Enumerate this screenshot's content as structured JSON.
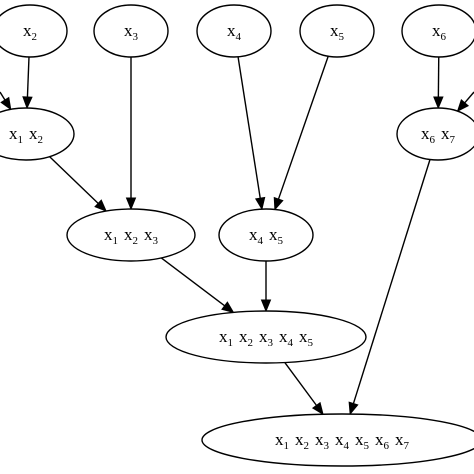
{
  "nodes": [
    {
      "id": "x2",
      "terms": [
        {
          "v": "x",
          "s": "2"
        }
      ]
    },
    {
      "id": "x3",
      "terms": [
        {
          "v": "x",
          "s": "3"
        }
      ]
    },
    {
      "id": "x4",
      "terms": [
        {
          "v": "x",
          "s": "4"
        }
      ]
    },
    {
      "id": "x5",
      "terms": [
        {
          "v": "x",
          "s": "5"
        }
      ]
    },
    {
      "id": "x6",
      "terms": [
        {
          "v": "x",
          "s": "6"
        }
      ]
    },
    {
      "id": "x1x2",
      "terms": [
        {
          "v": "x",
          "s": "1"
        },
        {
          "v": "x",
          "s": "2"
        }
      ]
    },
    {
      "id": "x6x7",
      "terms": [
        {
          "v": "x",
          "s": "6"
        },
        {
          "v": "x",
          "s": "7"
        }
      ]
    },
    {
      "id": "x1x2x3",
      "terms": [
        {
          "v": "x",
          "s": "1"
        },
        {
          "v": "x",
          "s": "2"
        },
        {
          "v": "x",
          "s": "3"
        }
      ]
    },
    {
      "id": "x4x5",
      "terms": [
        {
          "v": "x",
          "s": "4"
        },
        {
          "v": "x",
          "s": "5"
        }
      ]
    },
    {
      "id": "x1x2x3x4x5",
      "terms": [
        {
          "v": "x",
          "s": "1"
        },
        {
          "v": "x",
          "s": "2"
        },
        {
          "v": "x",
          "s": "3"
        },
        {
          "v": "x",
          "s": "4"
        },
        {
          "v": "x",
          "s": "5"
        }
      ]
    },
    {
      "id": "x1x2x3x4x5x6x7",
      "terms": [
        {
          "v": "x",
          "s": "1"
        },
        {
          "v": "x",
          "s": "2"
        },
        {
          "v": "x",
          "s": "3"
        },
        {
          "v": "x",
          "s": "4"
        },
        {
          "v": "x",
          "s": "5"
        },
        {
          "v": "x",
          "s": "6"
        },
        {
          "v": "x",
          "s": "7"
        }
      ]
    }
  ],
  "edges": [
    {
      "from": "x2",
      "to": "x1x2"
    },
    {
      "from": "x1x2",
      "to": "x1x2x3"
    },
    {
      "from": "x3",
      "to": "x1x2x3"
    },
    {
      "from": "x4",
      "to": "x4x5"
    },
    {
      "from": "x5",
      "to": "x4x5"
    },
    {
      "from": "x6",
      "to": "x6x7"
    },
    {
      "from": "x1x2x3",
      "to": "x1x2x3x4x5"
    },
    {
      "from": "x4x5",
      "to": "x1x2x3x4x5"
    },
    {
      "from": "x1x2x3x4x5",
      "to": "x1x2x3x4x5x6x7"
    },
    {
      "from": "x6x7",
      "to": "x1x2x3x4x5x6x7"
    }
  ],
  "partial_edges": [
    {
      "to": "x1x2",
      "from_side": "left"
    },
    {
      "to": "x6x7",
      "from_side": "right"
    }
  ]
}
